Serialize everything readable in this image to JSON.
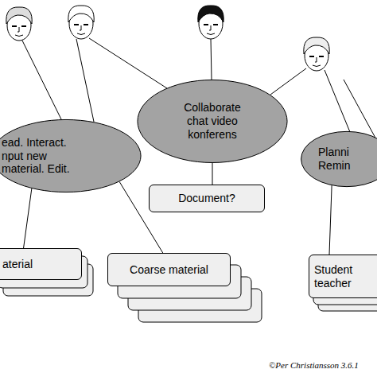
{
  "diagram": {
    "nodes": [
      {
        "text": [
          "Collaborate chat video konferens"
        ]
      },
      {
        "text": [
          "ead. Interact. nput new material. Edit."
        ]
      },
      {
        "text": [
          "Planni Remin"
        ]
      },
      {
        "text": [
          "Document?"
        ]
      },
      {
        "text": [
          "aterial"
        ]
      },
      {
        "text": [
          "Coarse material"
        ]
      },
      {
        "text": [
          "Student teacher"
        ]
      }
    ],
    "edges": [
      {
        "from": 0,
        "to": 3,
        "arrow": "none"
      },
      {
        "from": 1,
        "to": 4,
        "arrow": "none"
      },
      {
        "from": 1,
        "to": 5,
        "arrow": "none"
      },
      {
        "from": 2,
        "to": 6,
        "arrow": "none"
      }
    ],
    "labels": [
      "©Per Christiansson 3.6.1"
    ]
  }
}
